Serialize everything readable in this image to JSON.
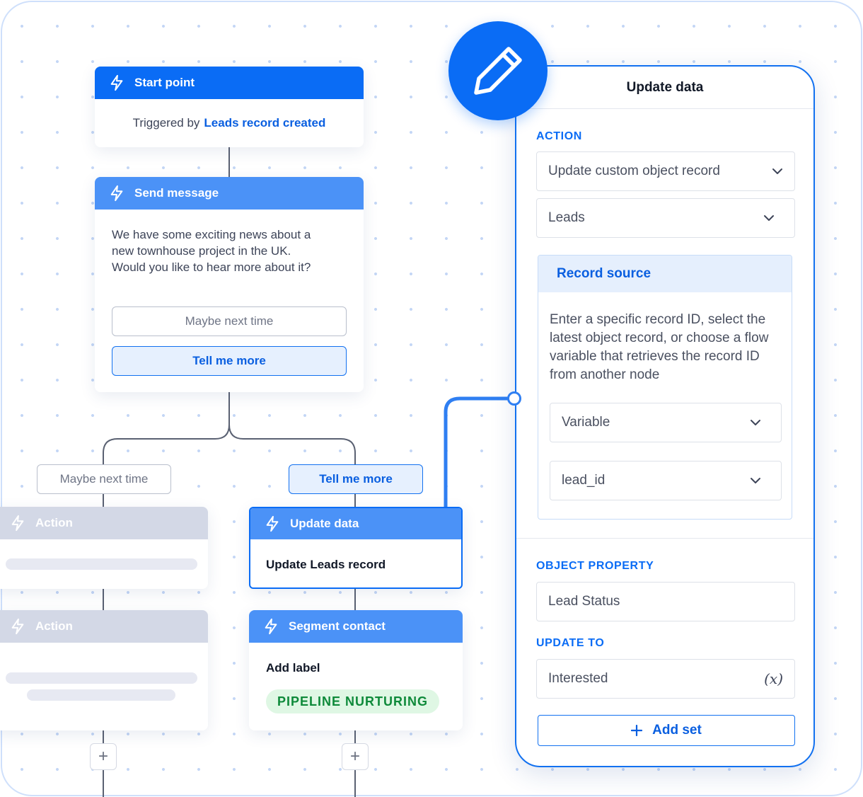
{
  "start_card": {
    "title": "Start point",
    "trigger_prefix": "Triggered by",
    "trigger_link": "Leads record created"
  },
  "send_message": {
    "title": "Send message",
    "body": "We have some exciting news about a new townhouse project in the UK. Would you like to hear more about it?",
    "option_1": "Maybe next time",
    "option_2": "Tell me more"
  },
  "branches": {
    "left_label": "Maybe next time",
    "right_label": "Tell me more"
  },
  "action_cards": [
    {
      "title": "Action"
    },
    {
      "title": "Action"
    }
  ],
  "update_card": {
    "title": "Update data",
    "body": "Update Leads record"
  },
  "segment_card": {
    "title": "Segment contact",
    "label": "Add label",
    "tag": "PIPELINE NURTURING"
  },
  "add_step_symbol": "+",
  "panel": {
    "title": "Update data",
    "action_label": "ACTION",
    "action_select": "Update custom object record",
    "object_select": "Leads",
    "record_source": {
      "title": "Record source",
      "description": "Enter a specific record ID, select the latest object record, or choose a flow variable that retrieves the record ID from another node",
      "type_select": "Variable",
      "variable_select": "lead_id"
    },
    "object_property_label": "OBJECT PROPERTY",
    "object_property_value": "Lead Status",
    "update_to_label": "UPDATE TO",
    "update_to_value": "Interested",
    "variable_icon_text": "(x)",
    "add_set_label": "Add set"
  },
  "colors": {
    "primary": "#0a6cf5",
    "primary_light": "#4b92f7",
    "gray_header": "#d3d8e6",
    "tag_green": "#0e8a3a",
    "tag_green_bg": "#dff7e4"
  }
}
